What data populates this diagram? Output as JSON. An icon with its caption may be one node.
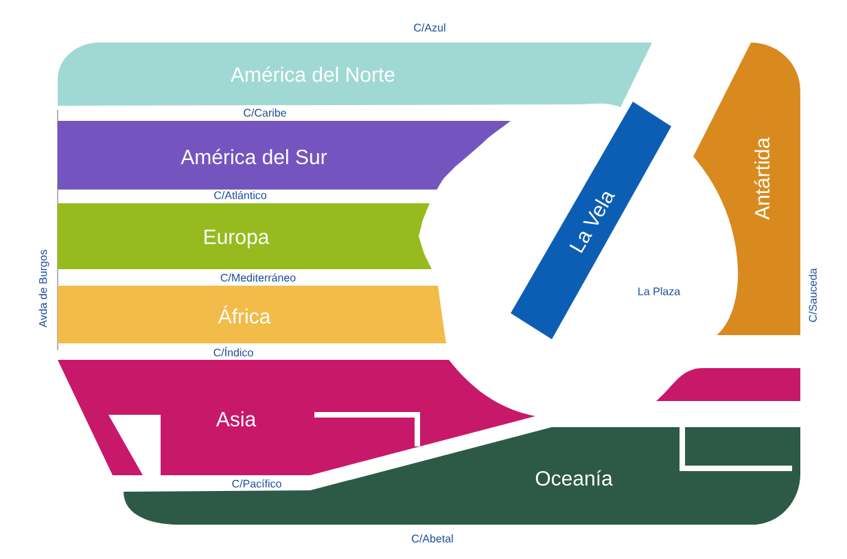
{
  "diagram": {
    "nodes": [
      {
        "text": [
          "América del Norte"
        ]
      },
      {
        "text": [
          "América del Sur"
        ]
      },
      {
        "text": [
          "La Vela"
        ]
      },
      {
        "text": [
          "Antártida"
        ]
      },
      {
        "text": [
          "Europa"
        ]
      },
      {
        "text": [
          "África"
        ]
      },
      {
        "text": [
          "Asia"
        ]
      },
      {
        "text": [
          "Oceanía"
        ]
      }
    ],
    "labels": [
      "C/Azul",
      "C/Caribe",
      "C/Atlántico",
      "C/Mediterráneo",
      "Avda de Burgos",
      "La Plaza",
      "C/Sauceda",
      "C/Índico",
      "C/Pacífico",
      "C/Abetal"
    ]
  }
}
